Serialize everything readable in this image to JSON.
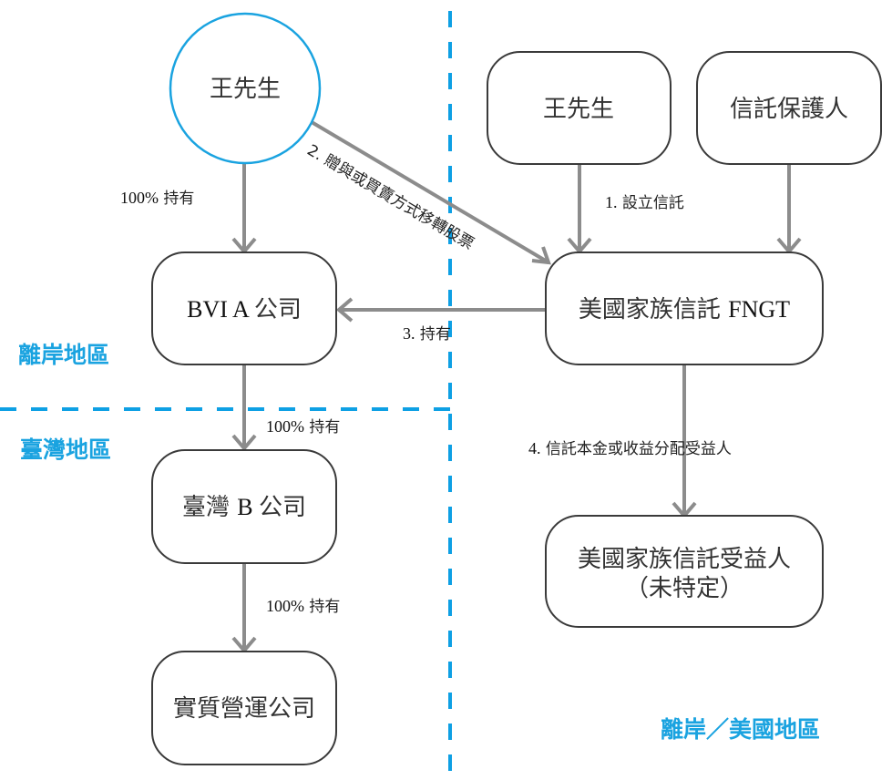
{
  "diagram": {
    "accent_color": "#1aa3e0",
    "edge_color": "#8c8c8c",
    "regions": {
      "offshore": "離岸地區",
      "taiwan": "臺灣地區",
      "offshore_us": "離岸／美國地區"
    },
    "nodes": {
      "wang_left": "王先生",
      "bvi_a": {
        "latin": "BVI A ",
        "cjk": "公司"
      },
      "taiwan_b": {
        "cjk1": "臺灣 ",
        "latin": "B ",
        "cjk2": "公司"
      },
      "operating_co": "實質營運公司",
      "wang_right": "王先生",
      "protector": "信託保護人",
      "fngt": {
        "cjk": "美國家族信託 ",
        "latin": "FNGT"
      },
      "beneficiary": {
        "line1": "美國家族信託受益人",
        "line2": "（未特定）"
      }
    },
    "edges": {
      "own_bvi": {
        "num": "100%",
        "text": " 持有"
      },
      "own_taiwan_b": {
        "num": "100%",
        "text": " 持有"
      },
      "own_operating": {
        "num": "100%",
        "text": " 持有"
      },
      "transfer": "2. 贈與或買賣方式移轉股票",
      "establish": {
        "num": "1.",
        "text": " 設立信託"
      },
      "hold": {
        "num": "3.",
        "text": " 持有"
      },
      "distribute": {
        "num": "4.",
        "text": " 信託本金或收益分配受益人"
      }
    }
  }
}
